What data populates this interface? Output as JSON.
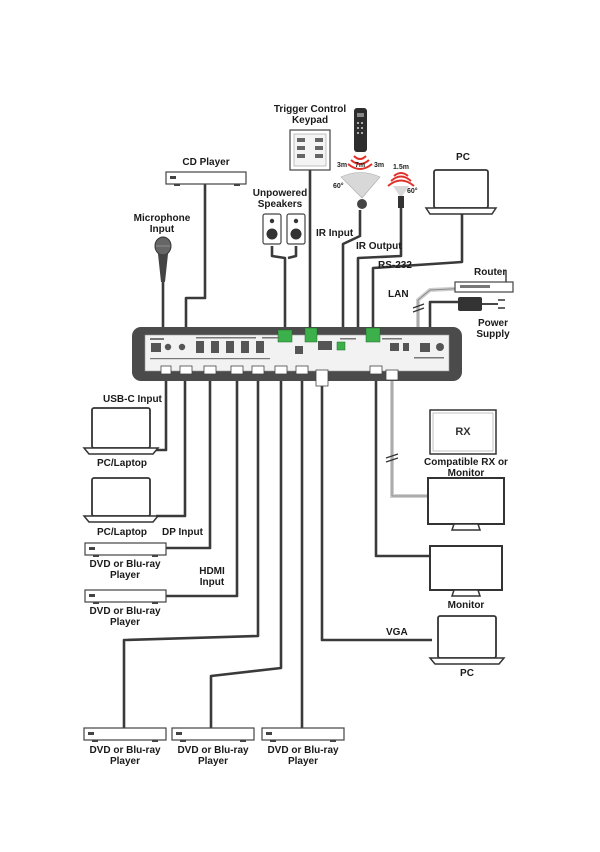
{
  "labels": {
    "trigger_keypad": "Trigger Control\nKeypad",
    "cd_player": "CD Player",
    "unpowered_speakers": "Unpowered\nSpeakers",
    "microphone_input": "Microphone\nInput",
    "pc_top": "PC",
    "ir_input": "IR Input",
    "ir_output": "IR Output",
    "rs232": "RS-232",
    "router": "Router",
    "lan": "LAN",
    "power_supply": "Power\nSupply",
    "usbc_input": "USB-C Input",
    "pc_laptop_1": "PC/Laptop",
    "pc_laptop_2": "PC/Laptop",
    "dp_input": "DP Input",
    "dvd_1": "DVD or Blu-ray\nPlayer",
    "hdmi_input": "HDMI\nInput",
    "dvd_2": "DVD or Blu-ray\nPlayer",
    "rx_box": "RX",
    "compatible_rx": "Compatible RX or\nMonitor",
    "monitor": "Monitor",
    "vga": "VGA",
    "pc_bottom": "PC",
    "dvd_3": "DVD or Blu-ray\nPlayer",
    "dvd_4": "DVD or Blu-ray\nPlayer",
    "dvd_5": "DVD or Blu-ray\nPlayer"
  },
  "ir_ranges": {
    "rx_left": "3m",
    "rx_center": "7m",
    "rx_right": "3m",
    "rx_angle": "60°",
    "tx_range": "1.5m",
    "tx_angle": "60°"
  },
  "colors": {
    "cable": "#3a3a3a",
    "cable_light": "#bfbfbf",
    "device_panel": "#4b4b4b",
    "ir_wave": "#e0302a",
    "terminal_green": "#3cb04a",
    "hdbt_cable": "#d6d8b8"
  }
}
